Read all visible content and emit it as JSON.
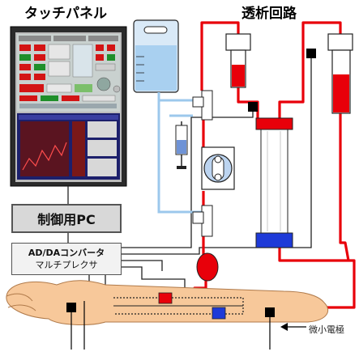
{
  "labels": {
    "touch_panel": "タッチパネル",
    "dialysis_circuit": "透析回路",
    "control_pc": "制御用PC",
    "adda_line1": "AD/DAコンバータ",
    "adda_line2": "マルチプレクサ",
    "microelectrode": "微小電極"
  },
  "colors": {
    "circuit_red": "#e8000a",
    "hose_blue": "#9cc8ec",
    "wire_black": "#000000",
    "panel_frame": "#2b2b2b",
    "arm_skin": "#f7c89a",
    "cuvette_blue": "#1e3ad8"
  }
}
